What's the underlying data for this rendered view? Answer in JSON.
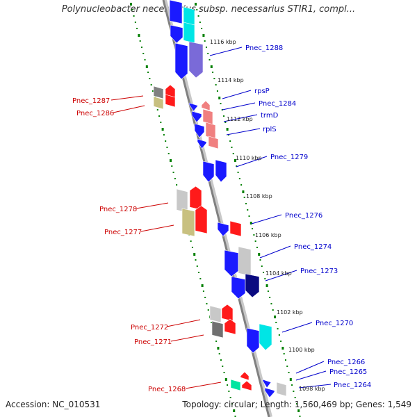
{
  "title": "Polynucleobacter necessarius subsp. necessarius STIR1, compl...",
  "footer": {
    "accession": "Accession: NC_010531",
    "topology": "Topology: circular; Length: 1,560,469 bp; Genes: 1,549"
  },
  "colors": {
    "backbone": "#808080",
    "tick_dots": "#008000",
    "plus_label": "#0000cc",
    "minus_label": "#cc0000"
  },
  "kbp_ticks": [
    "1116 kbp",
    "1114 kbp",
    "1112 kbp",
    "1110 kbp",
    "1108 kbp",
    "1106 kbp",
    "1104 kbp",
    "1102 kbp",
    "1100 kbp",
    "1098 kbp"
  ],
  "plus_genes": [
    "Pnec_1288",
    "rpsP",
    "Pnec_1284",
    "trmD",
    "rplS",
    "Pnec_1279",
    "Pnec_1276",
    "Pnec_1274",
    "Pnec_1273",
    "Pnec_1270",
    "Pnec_1266",
    "Pnec_1265",
    "Pnec_1264"
  ],
  "minus_genes": [
    "Pnec_1287",
    "Pnec_1286",
    "Pnec_1278",
    "Pnec_1277",
    "Pnec_1272",
    "Pnec_1271",
    "Pnec_1268"
  ]
}
